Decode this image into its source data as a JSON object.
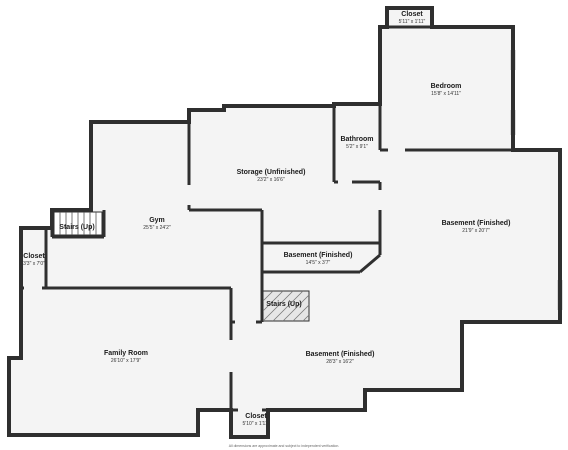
{
  "rooms": {
    "closet_top": {
      "name": "Closet",
      "dims": "5'11\" x 1'11\""
    },
    "bedroom": {
      "name": "Bedroom",
      "dims": "15'8\" x 14'11\""
    },
    "bathroom": {
      "name": "Bathroom",
      "dims": "5'2\" x 9'1\""
    },
    "storage": {
      "name": "Storage (Unfinished)",
      "dims": "23'2\" x 16'6\""
    },
    "gym": {
      "name": "Gym",
      "dims": "25'5\" x 24'2\""
    },
    "stairs_left": {
      "name": "Stairs (Up)"
    },
    "closet_left": {
      "name": "Closet",
      "dims": "3'3\" x 7'0\""
    },
    "basement_right": {
      "name": "Basement (Finished)",
      "dims": "21'9\" x 20'7\""
    },
    "basement_mid": {
      "name": "Basement (Finished)",
      "dims": "14'5\" x 3'7\""
    },
    "stairs_center": {
      "name": "Stairs (Up)"
    },
    "family_room": {
      "name": "Family Room",
      "dims": "26'10\" x 17'9\""
    },
    "basement_bottom": {
      "name": "Basement (Finished)",
      "dims": "28'3\" x 16'2\""
    },
    "closet_bottom": {
      "name": "Closet",
      "dims": "5'10\" x 1'11\""
    }
  },
  "footer_note": "All dimensions are approximate and subject to independent verification."
}
